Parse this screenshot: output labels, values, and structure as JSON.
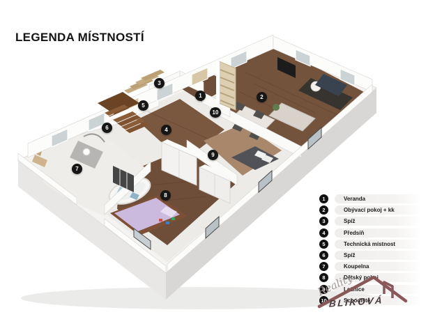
{
  "title": "LEGENDA MÍSTNOSTÍ",
  "legend": {
    "items": [
      {
        "num": "1",
        "label": "Veranda"
      },
      {
        "num": "2",
        "label": "Obývací pokoj + kk"
      },
      {
        "num": "3",
        "label": "Spíž"
      },
      {
        "num": "4",
        "label": "Předsíň"
      },
      {
        "num": "5",
        "label": "Technická místnost"
      },
      {
        "num": "6",
        "label": "Spíž"
      },
      {
        "num": "7",
        "label": "Koupelna"
      },
      {
        "num": "8",
        "label": "Dětský pokoj"
      },
      {
        "num": "9",
        "label": "Ložnice"
      },
      {
        "num": "10",
        "label": "Schodiště"
      }
    ]
  },
  "watermark": {
    "script": "Reality",
    "name": "BLIKOVÁ",
    "roof_color": "#8a5858"
  },
  "colors": {
    "marker_bg": "#161616",
    "legend_pill": "#efeeec",
    "wood_floor": "#74533d",
    "light_wood_floor": "#a8876a",
    "slab": "#f4f3f1",
    "kids_bed": "#cbbadd"
  }
}
